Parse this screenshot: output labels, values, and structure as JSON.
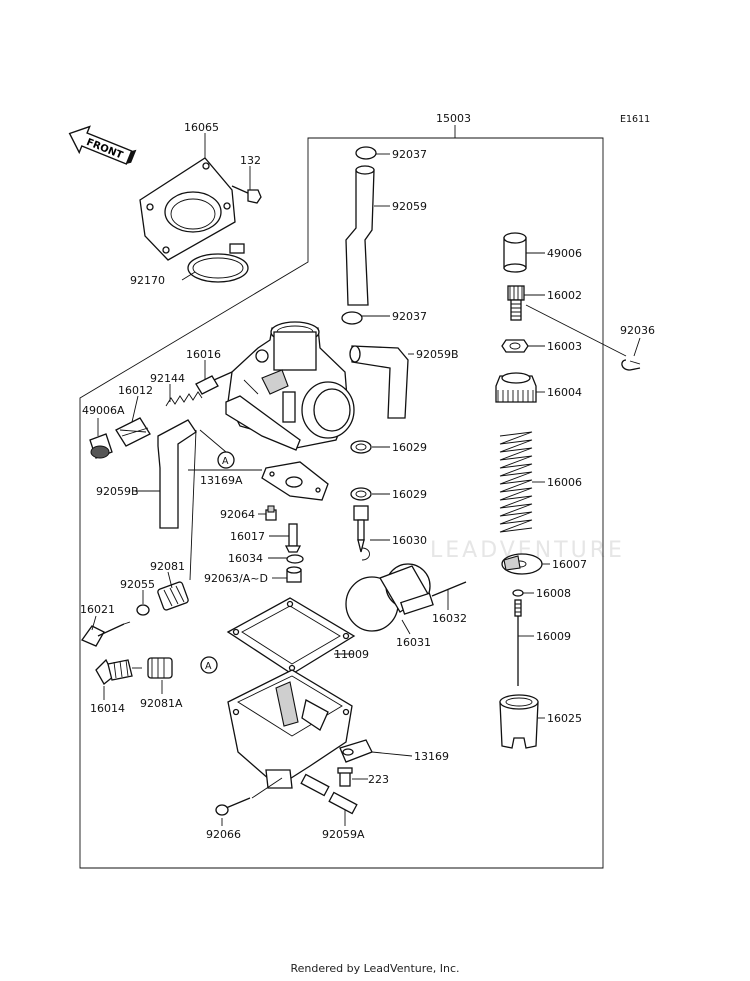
{
  "diagram": {
    "code": "E1611",
    "front_label": "FRONT",
    "watermark": "LEADVENTURE",
    "callout_letter": "A",
    "parts": {
      "p16065": "16065",
      "p132": "132",
      "p92170": "92170",
      "p15003": "15003",
      "p92037a": "92037",
      "p92059": "92059",
      "p92037b": "92037",
      "p92059B_r": "92059B",
      "p16016": "16016",
      "p92144": "92144",
      "p16012": "16012",
      "p49006A": "49006A",
      "p92059B_l": "92059B",
      "p13169A": "13169A",
      "p92064": "92064",
      "p16017": "16017",
      "p16034": "16034",
      "p92063": "92063/A~D",
      "p92081": "92081",
      "p92055": "92055",
      "p16021": "16021",
      "p16014": "16014",
      "p92081A": "92081A",
      "p11009": "11009",
      "p16029a": "16029",
      "p16029b": "16029",
      "p16030": "16030",
      "p16031": "16031",
      "p16032": "16032",
      "p13169": "13169",
      "p223": "223",
      "p92066": "92066",
      "p92059A": "92059A",
      "p49006": "49006",
      "p16002": "16002",
      "p16003": "16003",
      "p92036": "92036",
      "p16004": "16004",
      "p16006": "16006",
      "p16007": "16007",
      "p16008": "16008",
      "p16009": "16009",
      "p16025": "16025"
    }
  },
  "footer": {
    "text": "Rendered by LeadVenture, Inc."
  }
}
